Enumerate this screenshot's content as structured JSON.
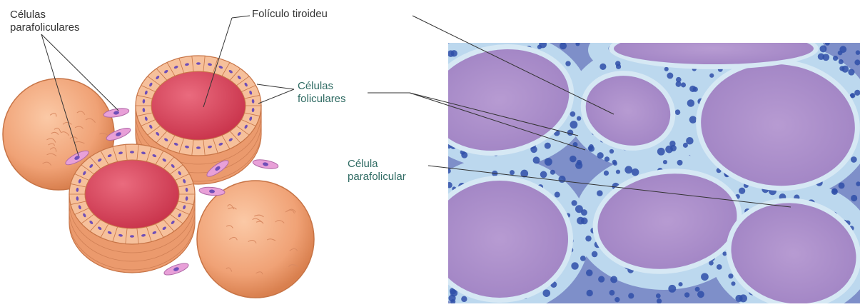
{
  "labels": {
    "parafollicular_cells": [
      "Células",
      "parafoliculares"
    ],
    "thyroid_follicle": "Folículo tiroideu",
    "follicular_cells": [
      "Células",
      "foliculares"
    ],
    "parafollicular_cell": [
      "Célula",
      "parafolicular"
    ]
  },
  "colors": {
    "follicle_outer": "#f0a276",
    "follicle_colloid": "#d63f56",
    "follicle_cell": "#f6c09b",
    "parafollicular": "#e8a0d8",
    "nucleus": "#6f4fb8",
    "tissue_bg": "#9a8ec8",
    "colloid_micro": "#a98cc9",
    "stroma": "#bcd8ee",
    "micro_nucleus": "#2f4fa8",
    "leader_line": "#333333"
  }
}
